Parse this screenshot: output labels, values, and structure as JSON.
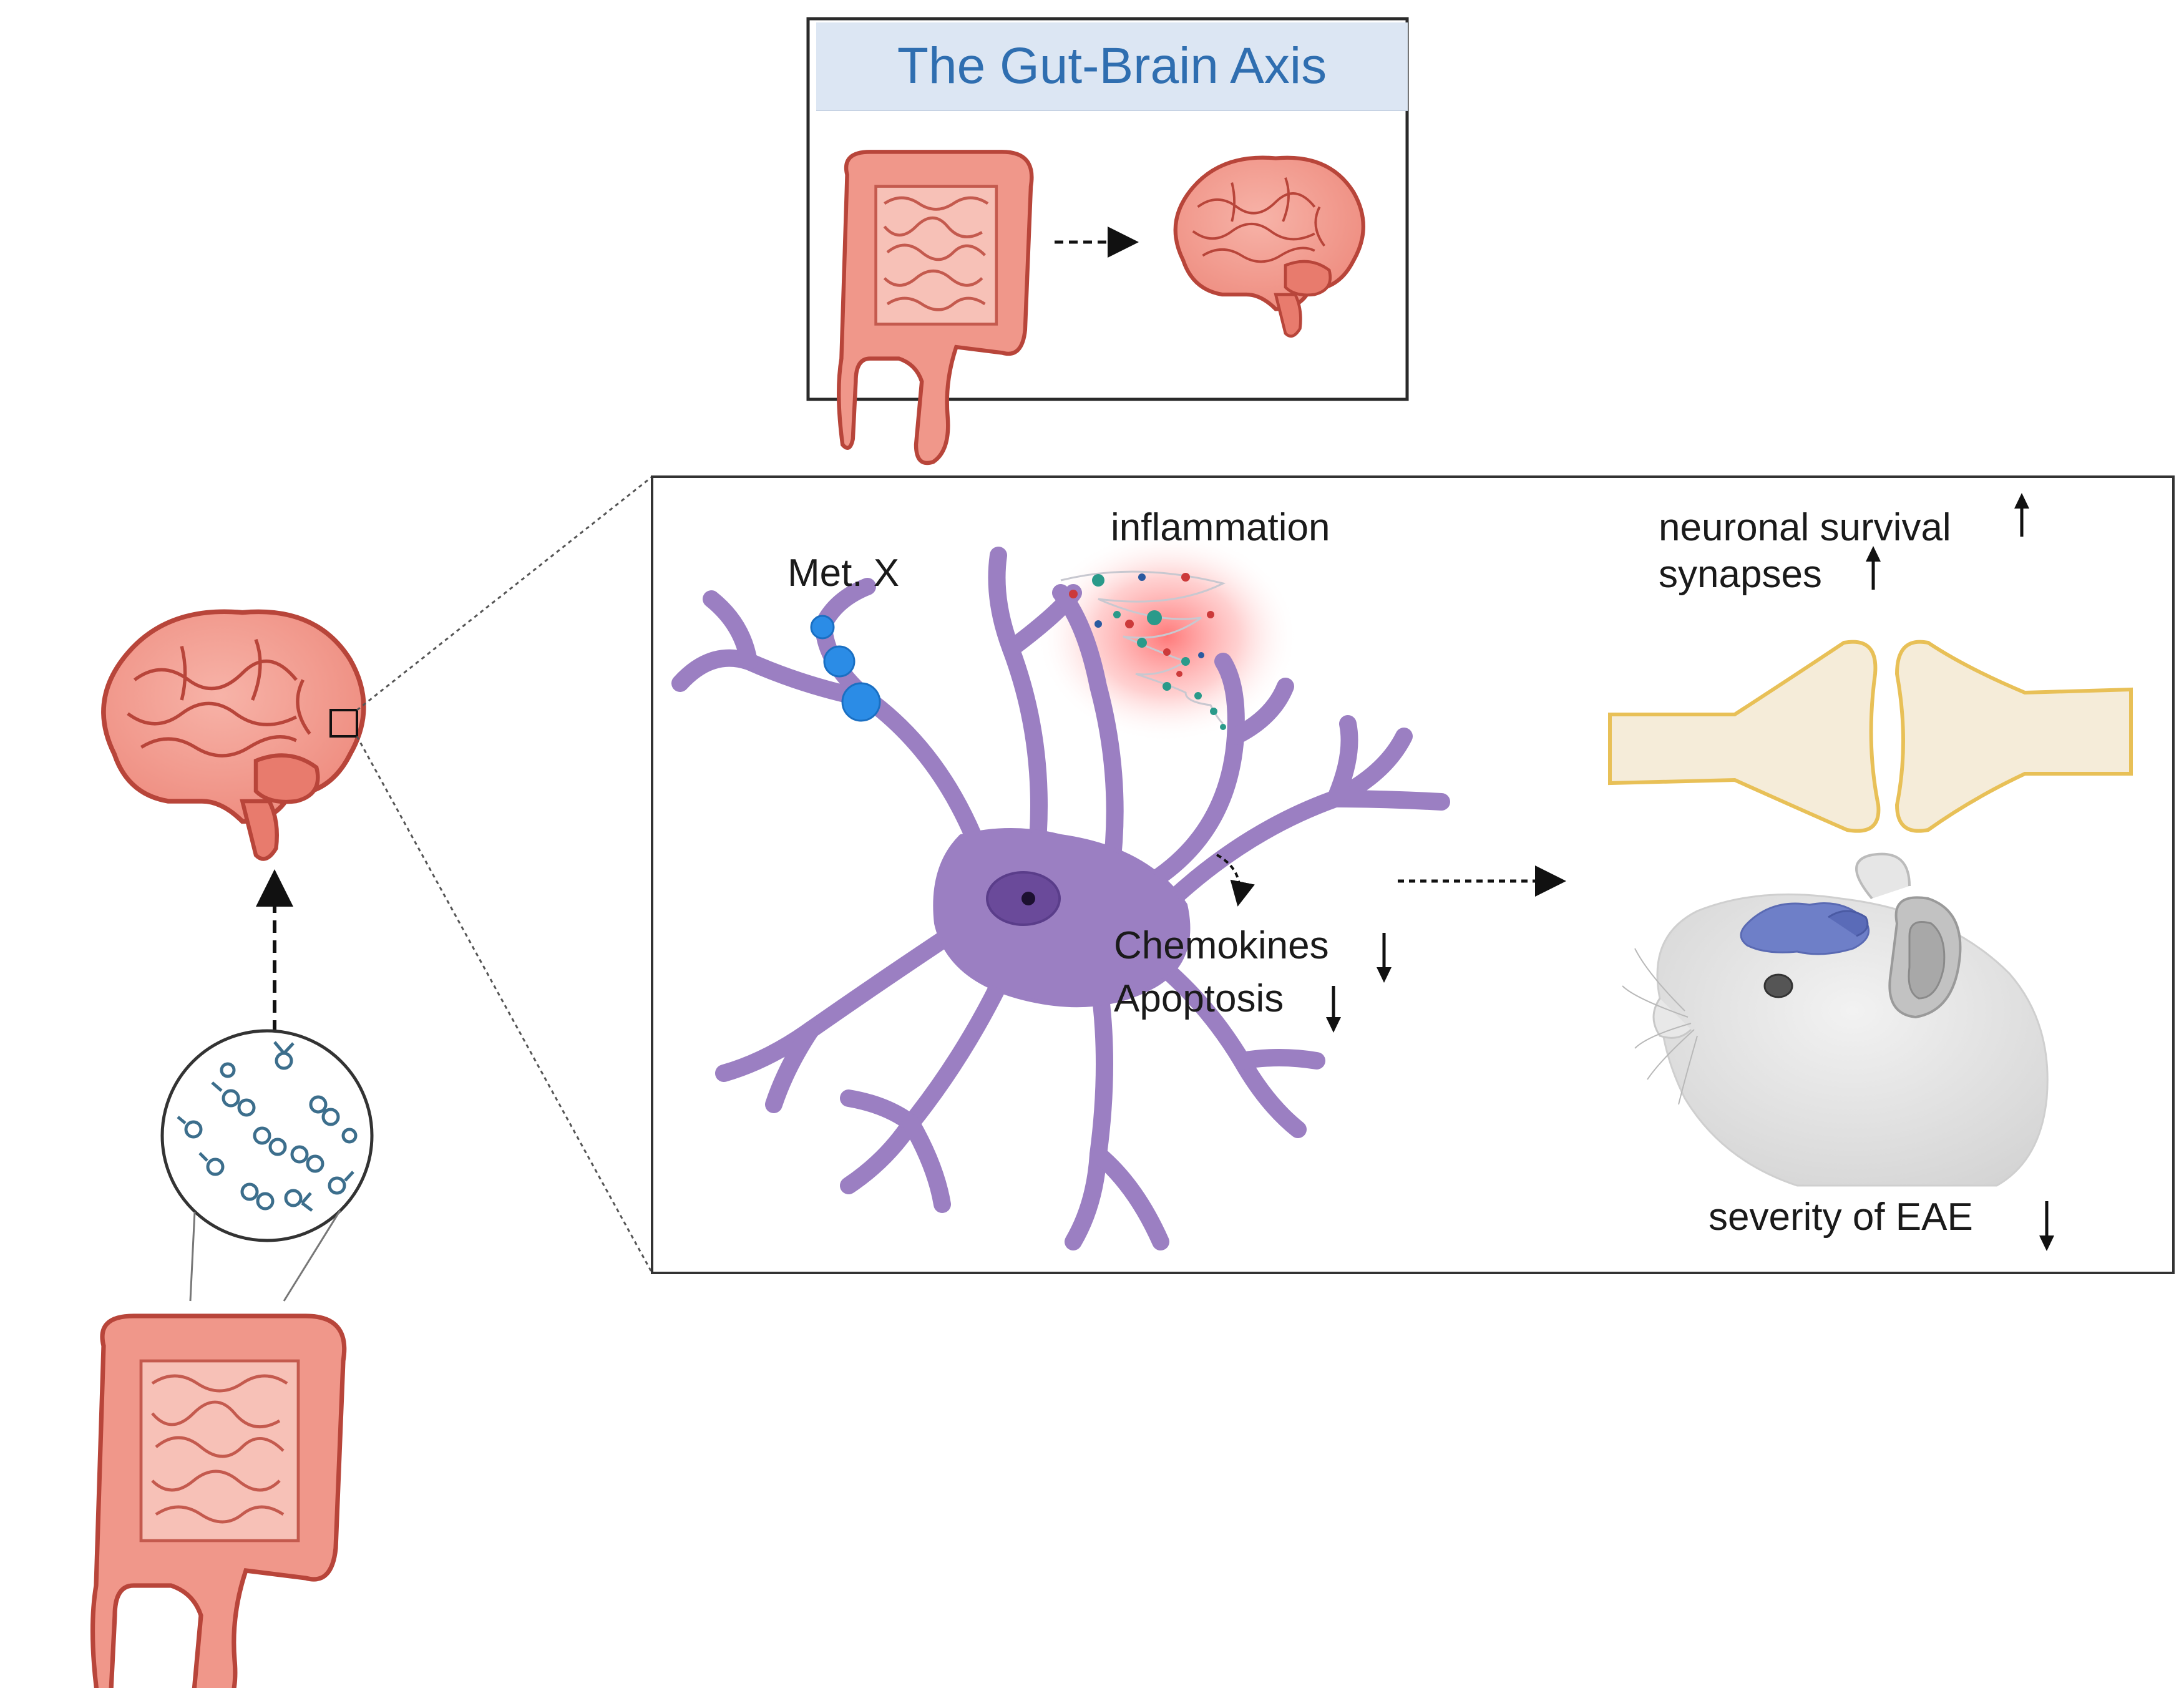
{
  "title": {
    "text": "The Gut-Brain Axis"
  },
  "labels": {
    "metabolite": "Met. X",
    "inflammation": "inflammation",
    "chemokines": "Chemokines",
    "apoptosis": "Apoptosis",
    "neuronal_survival": "neuronal survival",
    "synapses": "synapses",
    "eae_severity": "severity of EAE"
  },
  "indicators": {
    "chemokines": "down",
    "apoptosis": "down",
    "neuronal_survival": "up",
    "synapses": "up",
    "eae_severity": "down"
  },
  "icons": [
    "gut-icon",
    "brain-icon",
    "microbiota-icon",
    "astrocyte-icon",
    "synapse-icon",
    "mouse-icon",
    "metabolite-icon"
  ],
  "colors": {
    "title_text": "#2f6eb0",
    "title_band": "#dce6f3",
    "organ_fill": "#f0978a",
    "organ_outline": "#b8453a",
    "astrocyte": "#9b7fc2",
    "synapse_fill": "#f5ecd9",
    "synapse_outline": "#e8c057",
    "metabolite": "#2b8ce6",
    "inflammation_glow": "#ff5a5a",
    "mouse_brain": "#6e7fc8"
  }
}
